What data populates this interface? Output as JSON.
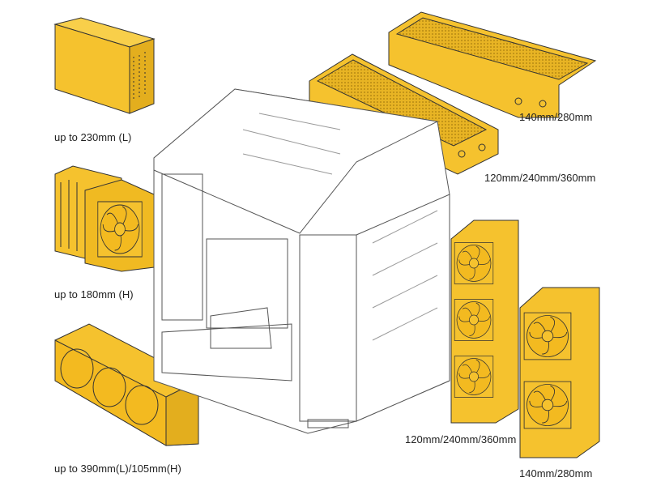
{
  "colors": {
    "accent": "#F5C22E",
    "accent_dark": "#C9961A",
    "outline": "#333333",
    "case": "#FFFFFF"
  },
  "labels": {
    "psu": "up to 230mm (L)",
    "cpu_cooler": "up to 180mm (H)",
    "gpu": "up to 390mm(L)/105mm(H)",
    "top_radiator_140": "140mm/280mm",
    "top_radiator_120": "120mm/240mm/360mm",
    "side_radiator_120": "120mm/240mm/360mm",
    "side_radiator_140": "140mm/280mm"
  }
}
